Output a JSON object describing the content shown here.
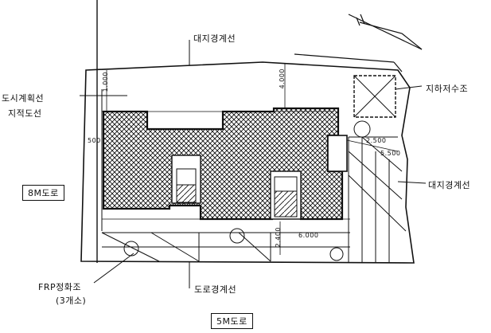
{
  "labels": {
    "site_boundary_top": "대지경계선",
    "site_boundary_right": "대지경계선",
    "urban_plan_line_1": "도시계획선",
    "urban_plan_line_2": "지적도선",
    "underground_water_tank": "지하저수조",
    "road_boundary": "도로경계선",
    "frp_tank_1": "FRP정화조",
    "frp_tank_2": "(3개소)",
    "road_8m": "8M도로",
    "road_5m": "5M도로"
  },
  "dimensions": {
    "d_top_left": "1.000",
    "d_top_mid": "4.000",
    "d_left": "500",
    "d_right_1": "2.500",
    "d_right_2": "5.500",
    "d_bottom_vert": "2.400",
    "d_bottom_horiz": "6.000"
  },
  "colors": {
    "ink": "#111111"
  }
}
